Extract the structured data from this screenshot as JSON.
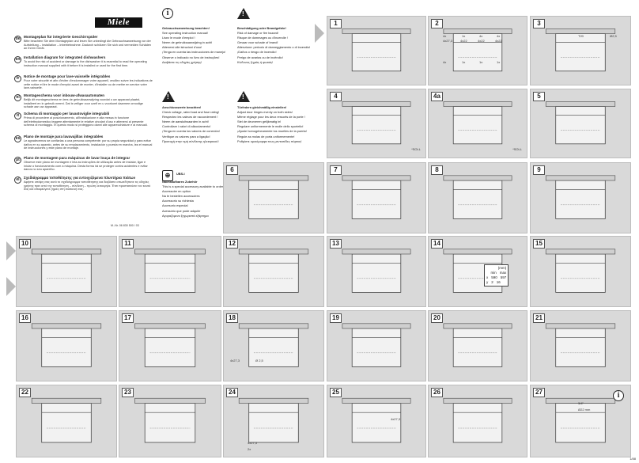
{
  "brand": "Miele",
  "languages": [
    {
      "code": "de",
      "title": "Montageplan für integrierte Geschirrspüler",
      "desc": "Bitte beachten Sie dem Montageplan und lesen Sie unbedingt die Gebrauchsanweisung vor der Aufstellung – Installation – Inbetriebnahme. Dadurch schützen Sie sich und vermeiden Schäden an Ihrem Gerät."
    },
    {
      "code": "en",
      "title": "Installation diagram for integrated dishwashers",
      "desc": "To avoid the risk of accident or damage to the dishwasher it is essential to read the operating instruction manual supplied with it before it is installed or used for the first time."
    },
    {
      "code": "fr",
      "title": "Notice de montage pour lave-vaisselle intégrables",
      "desc": "Pour votre sécurité et afin d'éviter d'endommager votre appareil, veuillez suivre les indications de cette notice et lire le mode d'emploi avant de monter, d'installer ou de mettre en service votre lave-vaisselle."
    },
    {
      "code": "nl",
      "title": "Montageschema voor inbouw-afwasautomaten",
      "desc": "Belijk dit montageschema en lees de gebruiksaanwijzing voordat u uw apparaat plaatst, installeert en in gebruik neemt. Dat is veiliger voor uzelf en u voorkomt daarmee onnodige schade aan uw apparaat."
    },
    {
      "code": "it",
      "title": "Schema di montaggio per lavastoviglie integrabili",
      "desc": "Prima di procedere al posizionamento, all'installazione e alla messa in funzione dell'elettrodomestico leggere attentamente le relative circolari d'uso e attenersi al presente schema di montaggio. In questo modo si proteggono danni alle apparecchiature e ai manuali."
    },
    {
      "code": "es",
      "title": "Plano de montaje para lavavajillas integrables",
      "desc": "Le agradecemos se confiarlas a una persona competente: por su propia seguridad y para evitar daños en su aparato, antes de su emplazamiento, instalación y puesta en marcha, lea el manual de instrucciones y este plano de montaje."
    },
    {
      "code": "pt",
      "title": "Plano de montagem para máquinas de lavar louça de integrar",
      "desc": "Observe este plano de montagem e leia as instruções de utilização antes de instalar, ligar e iniciar o funcionamento com a máquina. Desta forma irá se proteger contra acidentes e evitar danos no seu aparelho."
    },
    {
      "code": "el",
      "title": "Σχεδιάγραμμα τοποθέτησης για εντοιχιζόμενα πλυντήρια πιάτων",
      "desc": "Αφήστε υπόψη σας αυτό το σχεδιάγραμμα τοποθέτησης και διαβάστε οπωσδήποτε τις οδηγίες χρήσης πριν από την τοποθέτηση – σύνδεση – πρώτη λειτουργία. Έτσι προστατεύετε τον εαυτό σας και αποφεύγετε ζημιές στη συσκευή σας."
    }
  ],
  "material_number": "M.-Nr. 06 830 500 / 03",
  "info_block": {
    "lines": [
      "Gebrauchsanweisung beachten!",
      "See operating instruction manual!",
      "Lisez le mode d'emploi !",
      "Neem de gebruiksaanwijzing in acht!",
      "Attenersi alle istruzioni d'uso!",
      "¡Tenga en cuenta las instrucciones de manejo!",
      "Observe o indicado no livro de instruções!",
      "Διαβάστε τις οδηγίες χρήσης!"
    ]
  },
  "warn_block": {
    "lines": [
      "Beschädigung oder Brandgefahr!",
      "Risk of damage or fire hazard!",
      "Risque de dommages ou d'incendie !",
      "Gevaar voor schade of brand!",
      "Attenzione: pericolo di danneggiamento o di incendio!",
      "¡Daños o riesgo de incendio!",
      "Perigo de avarias ou de incêndio!",
      "Κίνδυνος ζημιάς ή φωτιάς!"
    ]
  },
  "attach_block": {
    "lines": [
      "Anschlusswerte beachten!",
      "Check voltage, rated load and fuse rating!",
      "Respectez les valeurs de raccordement !",
      "Neem de aansluitwaarden in acht!",
      "Controllare i valori di allacciamento!",
      "¡Tenga en cuenta los valores de conexión!",
      "Verifique os valores para a ligação!",
      "Προσοχή στην τιμή σύνδεσης ηλεκτρικού!"
    ]
  },
  "level_block": {
    "lines": [
      "Türfedern gleichmäßig einstellen!",
      "Adjust door hinges evenly on both sides!",
      "Même réglage pour les deux ressorts de la porte !",
      "Stel de deurveren gelijkmatig in!",
      "Regolare uniformemente le molle dello sportello!",
      "¡Ajuste homogéneamente los muelles de la puerta!",
      "Regule as molas de porta uniformemente!",
      "Ρυθμίστε ομοιόμορφα τους μεντεσέδες πόρτας!"
    ]
  },
  "accessory_block": {
    "title": "UBS-I",
    "lines": [
      "Nachkaufbares Zubehör",
      "This is a special accessory available to order at extra cost",
      "Accessoire en option",
      "Na te bestellen accessoires",
      "Accessorio su richiesta",
      "Accesorio especial",
      "Acessório que pode adquirir",
      "Αγοραζόμενο ξεχωριστά εξάρτημα"
    ]
  },
  "steps": [
    {
      "num": "1",
      "tag": ""
    },
    {
      "num": "2",
      "tag": ""
    },
    {
      "num": "3",
      "tag": ""
    },
    {
      "num": "4",
      "tag": "*SOLL"
    },
    {
      "num": "4a",
      "tag": "*SOLL"
    },
    {
      "num": "5",
      "tag": ""
    },
    {
      "num": "6",
      "tag": ""
    },
    {
      "num": "7",
      "tag": ""
    },
    {
      "num": "8",
      "tag": ""
    },
    {
      "num": "9",
      "tag": ""
    },
    {
      "num": "10",
      "tag": ""
    },
    {
      "num": "11",
      "tag": ""
    },
    {
      "num": "12",
      "tag": ""
    },
    {
      "num": "13",
      "tag": ""
    },
    {
      "num": "14",
      "tag": ""
    },
    {
      "num": "15",
      "tag": ""
    },
    {
      "num": "16",
      "tag": ""
    },
    {
      "num": "17",
      "tag": ""
    },
    {
      "num": "18",
      "tag": ""
    },
    {
      "num": "19",
      "tag": ""
    },
    {
      "num": "20",
      "tag": ""
    },
    {
      "num": "21",
      "tag": ""
    },
    {
      "num": "22",
      "tag": ""
    },
    {
      "num": "23",
      "tag": ""
    },
    {
      "num": "24",
      "tag": ""
    },
    {
      "num": "25",
      "tag": ""
    },
    {
      "num": "26",
      "tag": ""
    },
    {
      "num": "27",
      "tag": ""
    }
  ],
  "step2_parts": [
    "4x",
    "1x",
    "4x",
    "4x",
    "4x",
    "1x",
    "1x",
    "1x"
  ],
  "step2_sizes": [
    "4x27,3",
    "4x22",
    "4x22",
    "4x22"
  ],
  "step3_tools": [
    "T20",
    "Ø2,5"
  ],
  "step14_table": {
    "header": "(mm)",
    "cols": [
      "min",
      "max"
    ],
    "rows": [
      [
        "x",
        "590",
        "597"
      ],
      [
        "y",
        "2",
        "16"
      ]
    ]
  },
  "step18_labels": [
    "Ø 2,5",
    "4x27,3"
  ],
  "step24_labels": [
    "4x27,3",
    "2x"
  ],
  "step25_labels": [
    "4x27,3"
  ],
  "step27_labels": [
    "3/4\"",
    "Ø22 mm"
  ],
  "footer_code": "1/88"
}
